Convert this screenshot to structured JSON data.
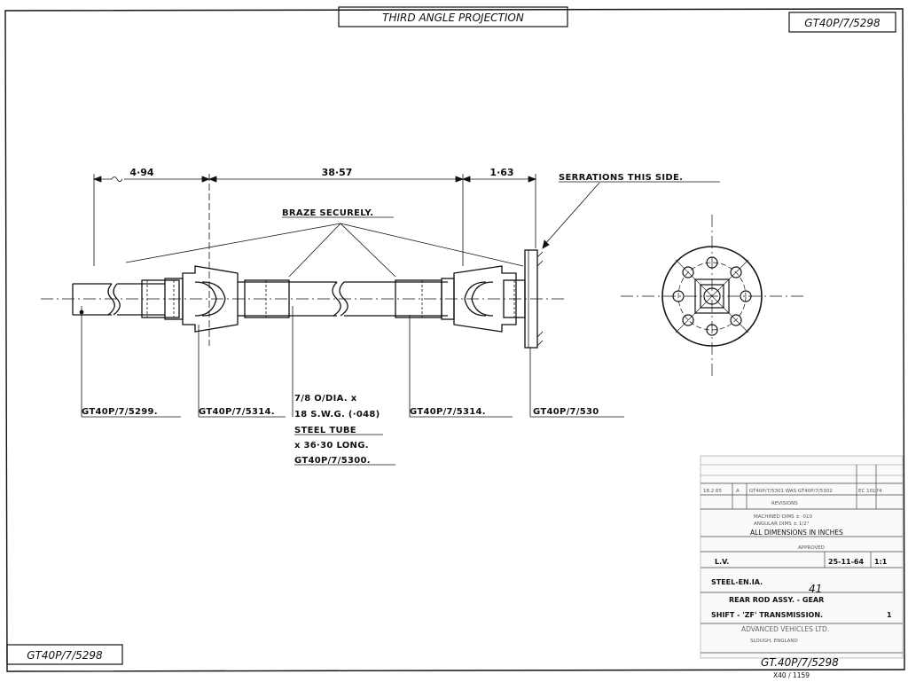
{
  "sheet": {
    "projection_title": "THIRD ANGLE PROJECTION",
    "drawing_number_top": "GT40P/7/5298",
    "drawing_number_bottom_left": "GT40P/7/5298"
  },
  "dimensions": {
    "d1": "4·94",
    "d2": "38·57",
    "d3": "1·63"
  },
  "callouts": {
    "serrations": "SERRATIONS THIS SIDE.",
    "braze": "BRAZE SECURELY."
  },
  "part_labels": {
    "p1": "GT40P/7/5299.",
    "p2": "GT40P/7/5314.",
    "p3": "GT40P/7/5314.",
    "p4": "GT40P/7/530"
  },
  "tube_spec": [
    "7/8 O/DIA. x",
    "18 S.W.G. (·048)",
    "STEEL TUBE",
    "x 36·30 LONG.",
    "GT40P/7/5300."
  ],
  "title_block": {
    "rev_date": "18.2.65",
    "rev_letter": "A",
    "rev_note": "GT40P/7/5301 WAS GT40P/7/5302",
    "ec_number": "EC 10174",
    "revisions_label": "REVISIONS",
    "tolerance_1": "MACHINED DIMS ± ·010",
    "tolerance_2": "ANGULAR DIMS ± 1/2°",
    "units_note": "ALL DIMENSIONS IN INCHES",
    "approved_label": "APPROVED",
    "drawn_by": "L.V.",
    "date": "25-11-64",
    "scale": "1:1",
    "material": "STEEL-EN.IA.",
    "sheet_no": "41",
    "title_line_1": "REAR ROD ASSY. - GEAR",
    "title_line_2": "SHIFT - 'ZF' TRANSMISSION.",
    "qty": "1",
    "company": "ADVANCED VEHICLES LTD.",
    "location": "SLOUGH, ENGLAND",
    "drawing_number": "GT.40P/7/5298",
    "stamp": "X40 / 1159"
  },
  "colors": {
    "ink": "#111111",
    "paper": "#ffffff"
  },
  "icons": {
    "view": "flange-end-view-icon"
  }
}
